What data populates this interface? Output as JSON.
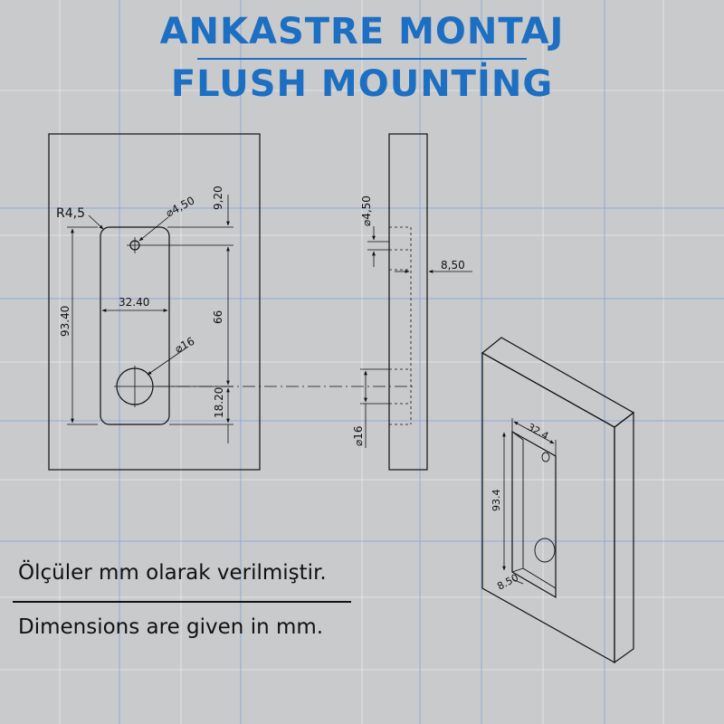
{
  "title": {
    "line1": "ANKASTRE MONTAJ",
    "line2": "FLUSH MOUNTİNG"
  },
  "front_view": {
    "radius_label": "R4,5",
    "small_hole_label": "⌀4,50",
    "top_offset_label": "9,20",
    "width_label": "32.40",
    "height_label": "93.40",
    "hole_distance_label": "66",
    "large_hole_label": "⌀16",
    "bottom_offset_label": "18.20"
  },
  "side_view": {
    "small_hole_label": "⌀4,50",
    "depth_label": "8,50",
    "large_hole_label": "⌀16"
  },
  "iso_view": {
    "width_label": "32.4",
    "height_label": "93.4",
    "depth_label": "8.50"
  },
  "notes": {
    "turkish": "Ölçüler mm olarak verilmiştir.",
    "english": "Dimensions are given in mm."
  },
  "colors": {
    "background": "#c9cacc",
    "title": "#1c6fc2",
    "grid_blue": "#8fa9d8",
    "grid_light": "#e4e5e7",
    "ink": "#111111"
  }
}
